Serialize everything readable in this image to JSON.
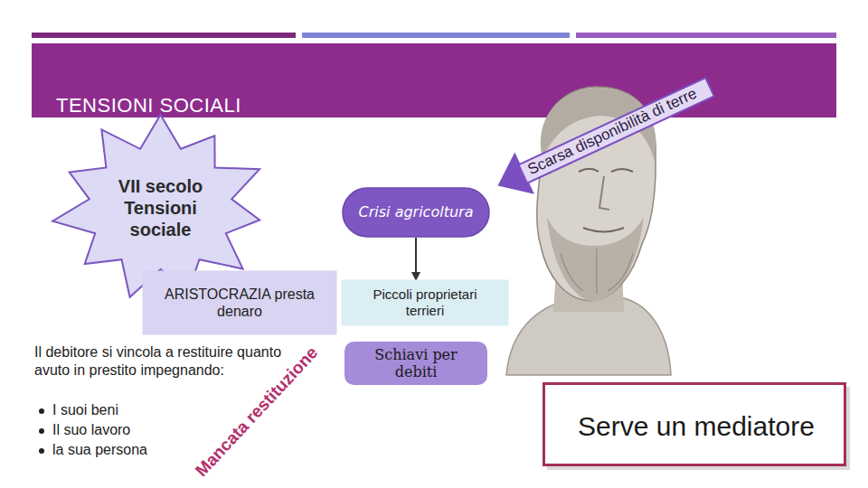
{
  "diagram": {
    "title": "TENSIONI SOCIALI",
    "nodes": [
      {
        "text": [
          "VII secolo Tensioni sociale"
        ]
      },
      {
        "text": [
          "Scarsa disponibilità di terre"
        ]
      },
      {
        "text": [
          "Crisi agricoltura"
        ]
      },
      {
        "text": [
          "ARISTOCRAZIA presta denaro"
        ]
      },
      {
        "text": [
          "Piccoli proprietari terrieri"
        ]
      },
      {
        "text": [
          "Schiavi per debiti"
        ]
      },
      {
        "text": [
          "Serve un mediatore"
        ]
      }
    ],
    "edges": [
      {
        "from": 2,
        "to": 4,
        "arrow": "to"
      }
    ],
    "labels": [
      "Il debitore si vincola a restituire quanto avuto in prestito impegnando:",
      "I suoi beni",
      "Il suo lavoro",
      "la sua persona",
      "Mancata restituzione"
    ]
  }
}
